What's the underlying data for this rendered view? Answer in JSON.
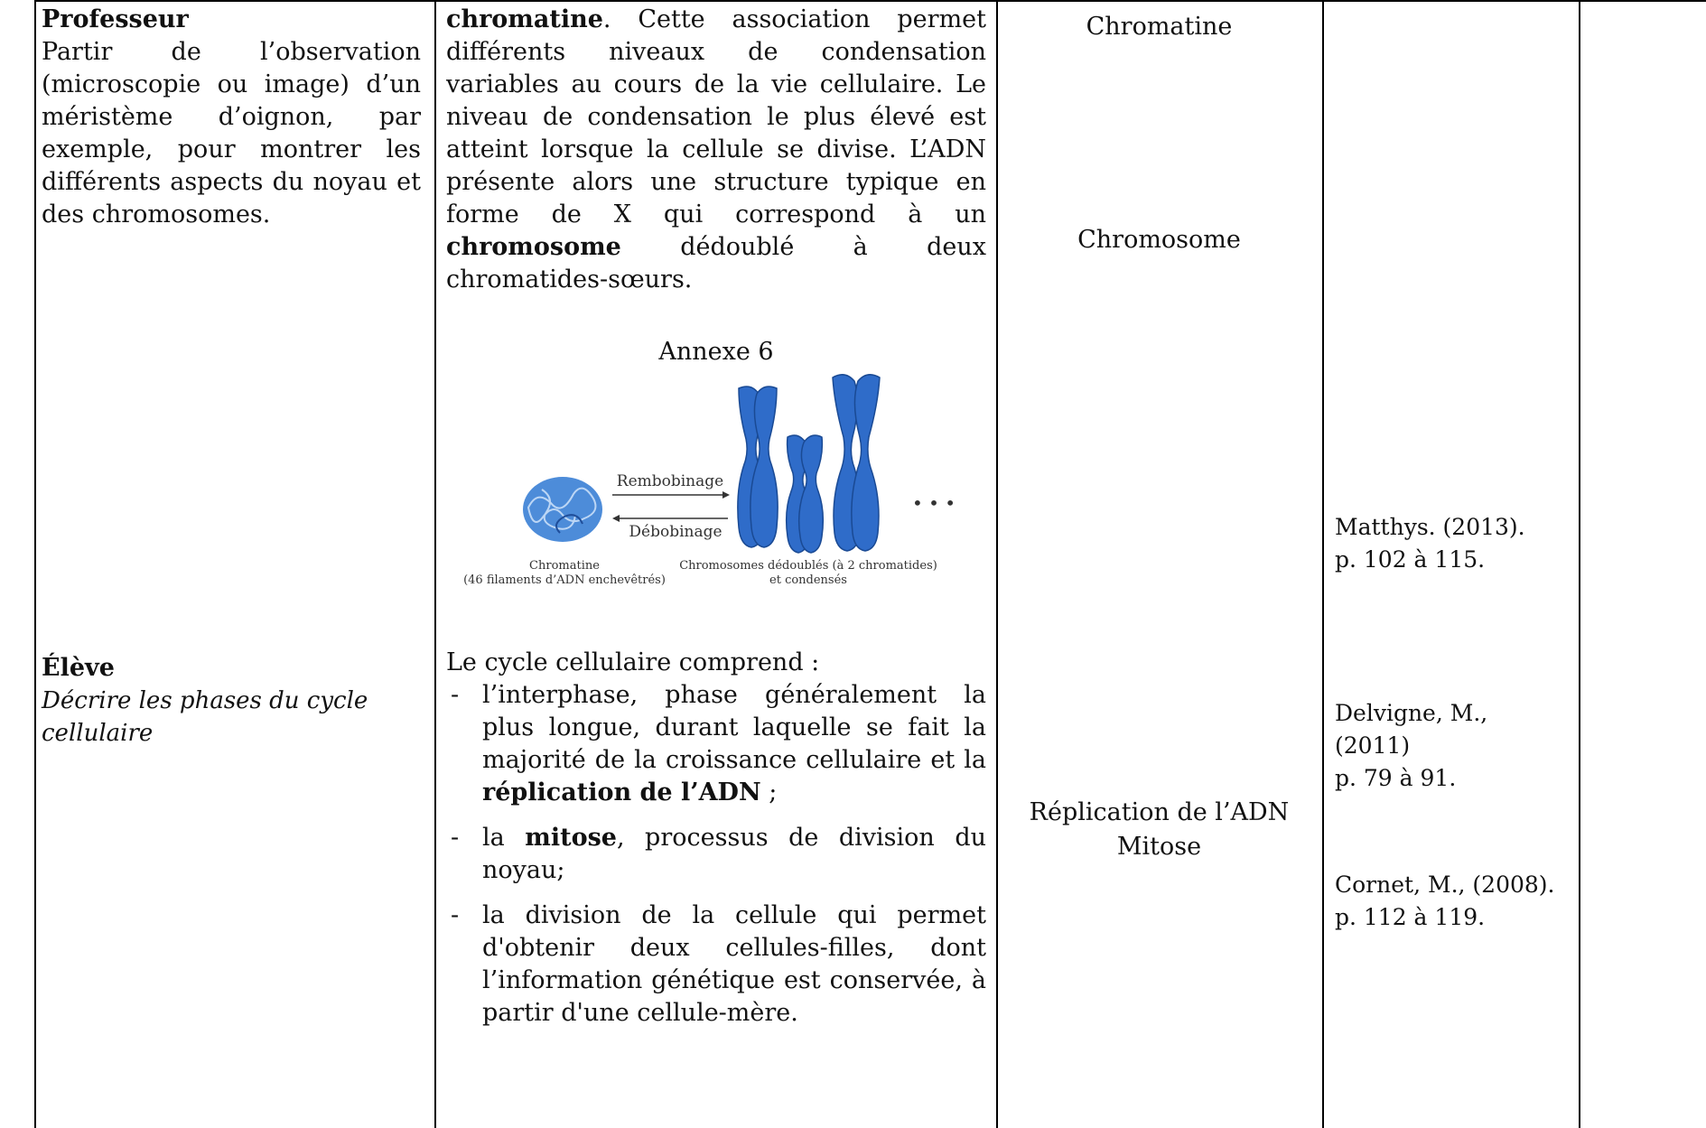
{
  "col1": {
    "teacher_heading": "Professeur",
    "teacher_text": "Partir de l’observation (microscopie ou image) d’un méristème d’oignon, par exemple, pour montrer les différents aspects du noyau et des chromosomes.",
    "student_heading": "Élève",
    "student_text": "Décrire les phases du cycle cellulaire"
  },
  "col2": {
    "p1_bold_start": "chromatine",
    "p1_rest": ". Cette association permet différents niveaux de condensation variables au cours de la vie cellulaire. Le niveau de condensation le plus élevé est atteint lorsque la cellule se divise. L’ADN présente alors une structure typique en forme de X qui correspond à un ",
    "p1_bold_mid": "chromosome",
    "p1_end": " dédoublé à deux chromatides-sœurs.",
    "annex_title": "Annexe 6",
    "figure": {
      "arrow_forward": "Rembobinage",
      "arrow_back": "Débobinage",
      "chromatin_label_1": "Chromatine",
      "chromatin_label_2": "(46 filaments d’ADN enchevêtrés)",
      "chromosomes_label_1": "Chromosomes dédoublés (à 2 chromatides)",
      "chromosomes_label_2": "et condensés",
      "ellipsis": "• • •",
      "chromatin_color": "#3a7fd5",
      "chromosome_color": "#2f6cc9"
    },
    "cycle_intro": "Le cycle cellulaire comprend :",
    "item1_a": "l’interphase, phase généralement la plus longue, durant laquelle se fait la majorité de la croissance cellulaire et la ",
    "item1_bold": "réplication de l’ADN",
    "item1_end": " ;",
    "item2_a": "la ",
    "item2_bold": "mitose",
    "item2_end": ", processus de division du noyau;",
    "item3": "la division de la cellule qui permet d'obtenir deux cellules-filles, dont l’information génétique est conservée, à partir d'une cellule-mère."
  },
  "col3": {
    "term1": "Chromatine",
    "term2": "Chromosome",
    "term3": "Réplication de l’ADN",
    "term4": "Mitose"
  },
  "col4": {
    "ref1_line1": "Matthys. (2013).",
    "ref1_line2": "p. 102 à 115.",
    "ref2_line1": "Delvigne, M.,",
    "ref2_line2": "(2011)",
    "ref2_line3": "p. 79 à 91.",
    "ref3_line1": "Cornet, M., (2008).",
    "ref3_line2": "p. 112 à 119."
  }
}
